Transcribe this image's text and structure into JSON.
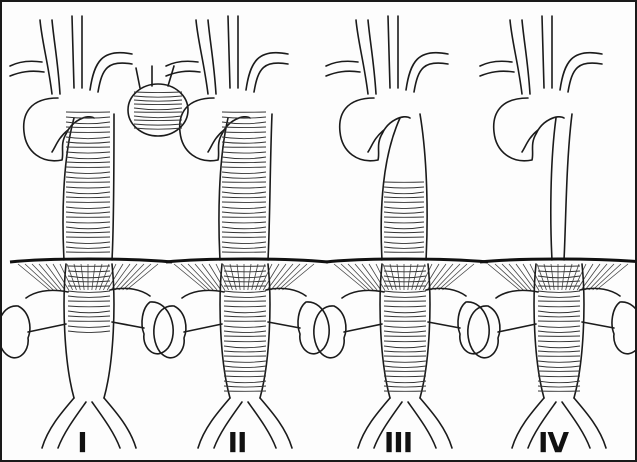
{
  "panels": [
    {
      "label": "I"
    },
    {
      "label": "II"
    },
    {
      "label": "III"
    },
    {
      "label": "IV"
    }
  ]
}
